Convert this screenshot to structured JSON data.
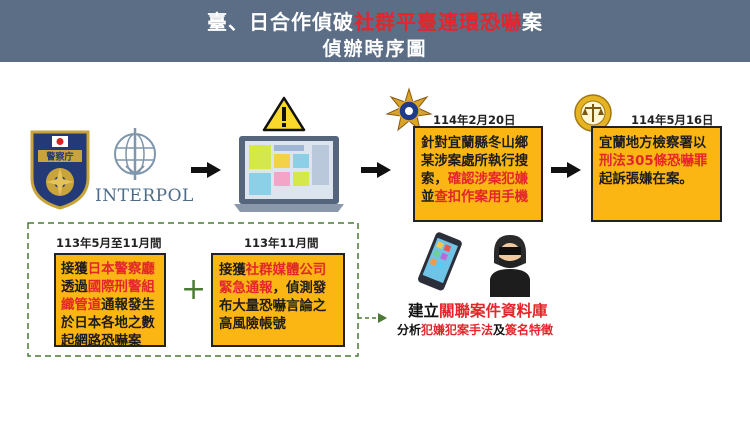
{
  "title": {
    "line1_pre": "臺、日合作偵破",
    "line1_hl": "社群平臺連環恐嚇",
    "line1_post": "案",
    "line2": "偵辦時序圖"
  },
  "logos": {
    "jp_police_seal_text": "警察庁",
    "interpol_text": "INTERPOL"
  },
  "step1": {
    "date": "113年5月至11月間",
    "t1": "接獲",
    "t2_red": "日本警察廳",
    "t3": "透過",
    "t4_red": "國際刑警組織管道",
    "t5": "通報發生於日本各地之數起網路恐嚇案"
  },
  "plus": "+",
  "step2": {
    "date": "113年11月間",
    "t1": "接獲",
    "t2_red": "社群媒體公司緊急通報",
    "t3": "，偵測發布大量恐嚇言論之高風險帳號"
  },
  "step3": {
    "date": "114年2月20日",
    "t1": "針對宜蘭縣冬山鄉某涉案處所執行搜索，",
    "t2_red": "確認涉案犯嫌",
    "t3": "並",
    "t4_red": "查扣作案用手機"
  },
  "step4": {
    "date": "114年5月16日",
    "t1": "宜蘭地方檢察署以",
    "t2_red": "刑法305條恐嚇罪",
    "t3": "起訴張嫌在案。"
  },
  "database": {
    "l1_pre": "建立",
    "l1_red": "關聯案件資料庫",
    "l2_pre": "分析",
    "l2_red1": "犯嫌犯案手法",
    "l2_mid": "及",
    "l2_red2": "簽名特徵"
  },
  "colors": {
    "header": "#5b6e86",
    "box": "#fbb614",
    "highlight": "#e3262b",
    "dashed": "#4a7a33"
  }
}
